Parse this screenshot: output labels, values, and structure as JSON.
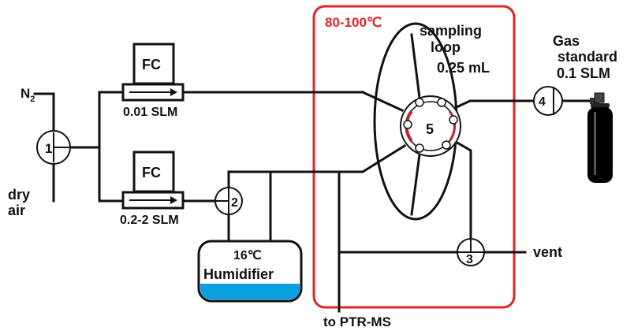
{
  "oven": {
    "label": "80-100℃",
    "color": "#e0252b"
  },
  "gases": {
    "n2_prefix": "N",
    "n2_sub": "2",
    "dry_air_line1": "dry",
    "dry_air_line2": "air"
  },
  "mfc_top": {
    "label": "FC",
    "flow": "0.01 SLM"
  },
  "mfc_bottom": {
    "label": "FC",
    "flow": "0.2-2 SLM"
  },
  "humidifier": {
    "temp": "16℃",
    "label": "Humidifier",
    "water_color": "#0aa0e0"
  },
  "loop": {
    "line1": "sampling",
    "line2": "loop",
    "line3": "0.25 mL"
  },
  "standard": {
    "line1": "Gas",
    "line2": "standard",
    "line3": "0.1 SLM"
  },
  "valves": {
    "v1": "1",
    "v2": "2",
    "v3": "3",
    "v4": "4",
    "v5": "5"
  },
  "outlets": {
    "vent": "vent",
    "ptrms": "to PTR-MS"
  },
  "colors": {
    "loop_arc": "#b3262a"
  }
}
